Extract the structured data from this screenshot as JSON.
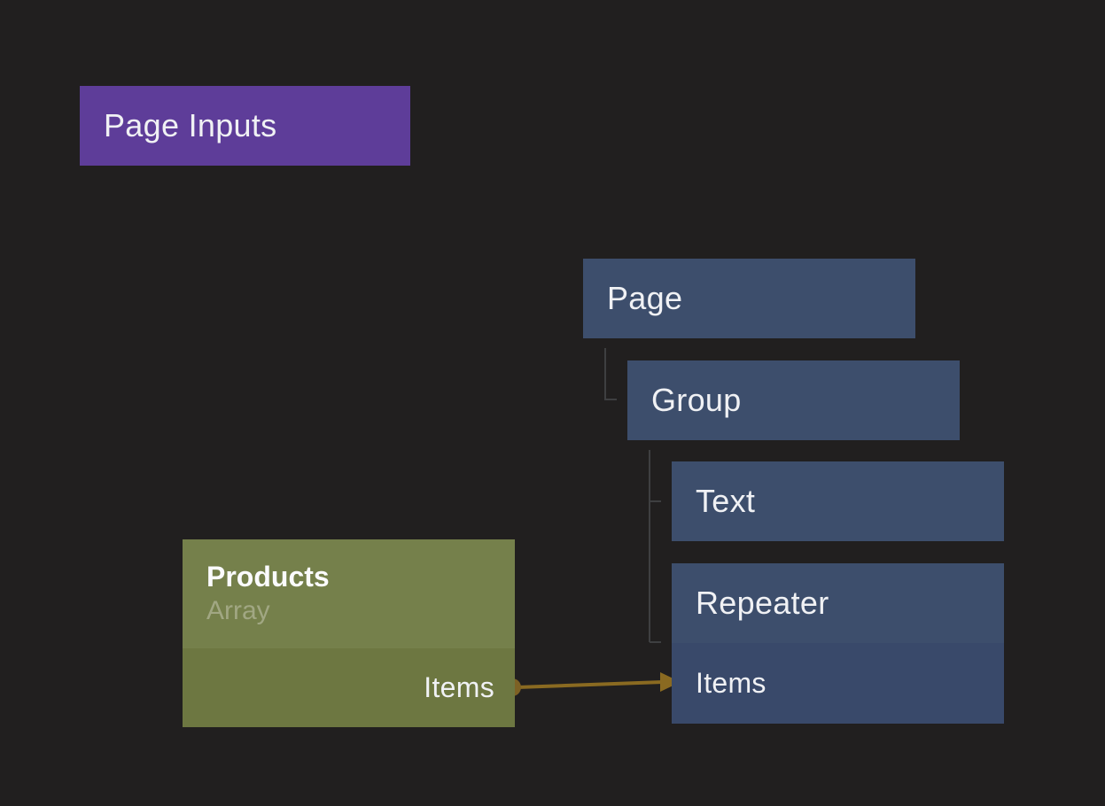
{
  "canvas": {
    "kind": "node-editor"
  },
  "nodes": {
    "page_inputs": {
      "label": "Page Inputs"
    },
    "page": {
      "label": "Page"
    },
    "group": {
      "label": "Group"
    },
    "text": {
      "label": "Text"
    },
    "repeater": {
      "label": "Repeater",
      "input_label": "Items"
    },
    "products": {
      "label": "Products",
      "type_label": "Array",
      "output_label": "Items"
    }
  },
  "hierarchy": {
    "root": "Page",
    "children": [
      {
        "label": "Group",
        "children": [
          "Text",
          "Repeater"
        ]
      }
    ]
  },
  "connections": [
    {
      "from": "Products.Items",
      "to": "Repeater.Items"
    }
  ],
  "colors": {
    "bg": "#211f1f",
    "node_purple": "#5e3d99",
    "node_blue": "#3d4e6c",
    "node_blue_dark": "#39496a",
    "node_olive": "#75804b",
    "node_olive_dark": "#6d7741",
    "wire_gold": "#8a6a21",
    "port_gold": "#7d6124",
    "tree_line": "#3e3f41",
    "text_primary": "#f0f1f4",
    "text_muted_olive": "#a1a783"
  }
}
